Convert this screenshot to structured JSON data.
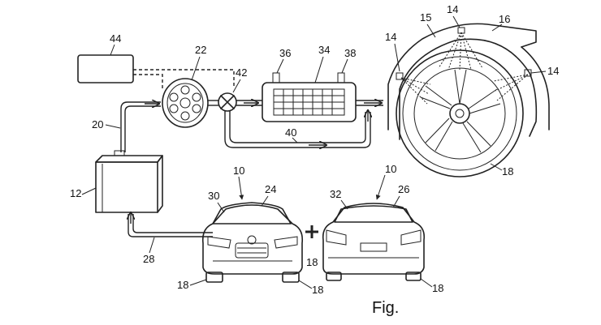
{
  "labels": {
    "controller": "44",
    "pump": "22",
    "valve": "42",
    "heat_exchanger": "34",
    "hx_inlet": "36",
    "hx_outlet": "38",
    "bypass_line": "40",
    "supply_line": "20",
    "tank": "12",
    "return_line": "28",
    "vehicle_front": "10",
    "vehicle_rear": "10",
    "front_roof": "24",
    "front_windshield": "30",
    "rear_window": "32",
    "rear_roof": "26",
    "nozzle_top": "14",
    "nozzle_left": "14",
    "nozzle_right": "14",
    "wheel_arch": "15",
    "fender": "16",
    "wheel": "18",
    "front_wheel_left": "18",
    "front_wheel_right_upper": "18",
    "front_wheel_right_lower": "18",
    "rear_wheel": "18"
  },
  "caption": "Fig."
}
